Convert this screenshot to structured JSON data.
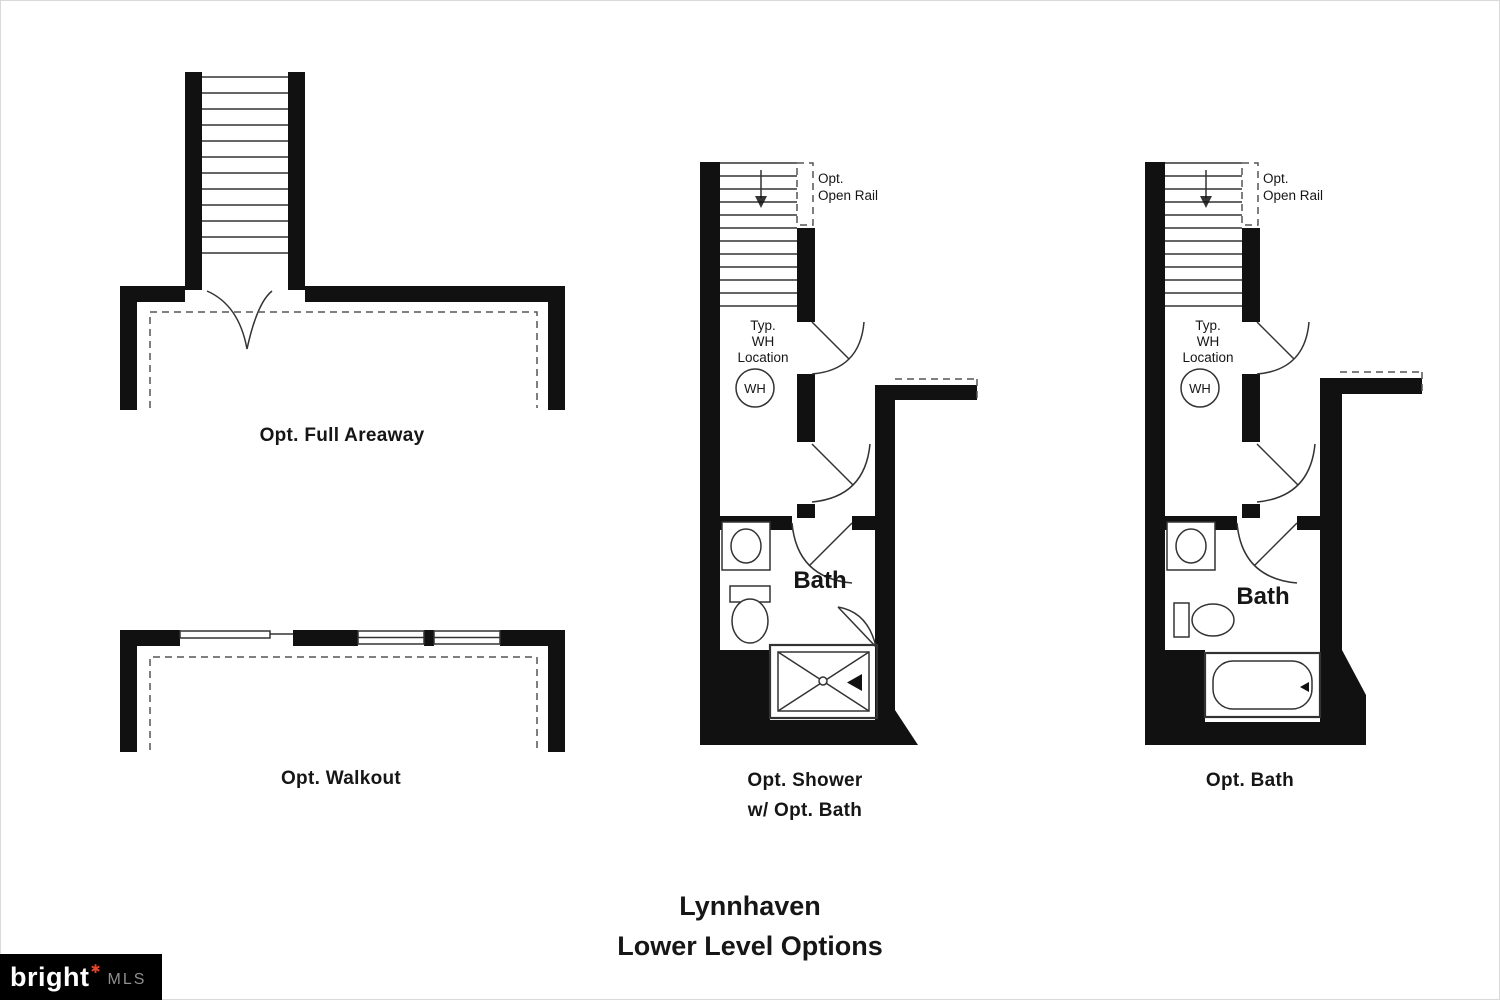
{
  "page": {
    "title_line1": "Lynnhaven",
    "title_line2": "Lower Level Options"
  },
  "plans": {
    "full_areaway": {
      "label": "Opt. Full Areaway"
    },
    "walkout": {
      "label": "Opt. Walkout"
    },
    "shower_bath": {
      "label_line1": "Opt. Shower",
      "label_line2": "w/ Opt. Bath",
      "open_rail_line1": "Opt.",
      "open_rail_line2": "Open Rail",
      "wh_note_line1": "Typ.",
      "wh_note_line2": "WH",
      "wh_note_line3": "Location",
      "wh_badge": "WH",
      "room_label": "Bath"
    },
    "bath": {
      "label": "Opt. Bath",
      "open_rail_line1": "Opt.",
      "open_rail_line2": "Open Rail",
      "wh_note_line1": "Typ.",
      "wh_note_line2": "WH",
      "wh_note_line3": "Location",
      "wh_badge": "WH",
      "room_label": "Bath"
    }
  },
  "logo": {
    "brand": "bright",
    "mark": "✱",
    "suffix": "MLS"
  },
  "colors": {
    "wall": "#111111",
    "line": "#333333",
    "dash": "#555555",
    "ink": "#161616",
    "logo_bg": "#000000",
    "logo_mark": "#e8452c",
    "logo_suffix": "#8f8f8f"
  }
}
